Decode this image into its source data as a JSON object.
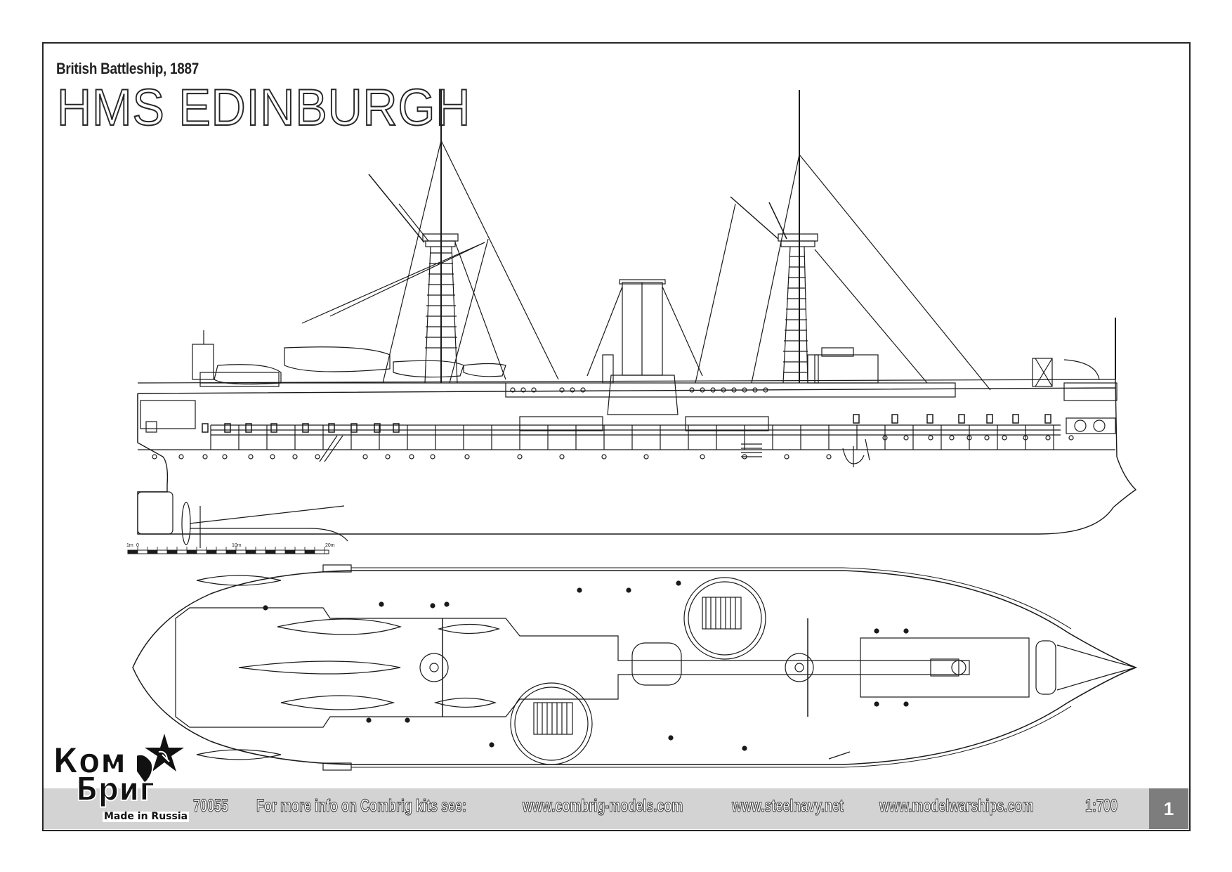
{
  "header": {
    "subtitle": "British Battleship, 1887",
    "title": "HMS EDINBURGH"
  },
  "scale_bar": {
    "labels": [
      "1m",
      "0",
      "10m",
      "20m"
    ]
  },
  "drawings": {
    "side_view": "side-elevation",
    "top_view": "plan-view"
  },
  "footer": {
    "logo_line1": "Ком",
    "logo_line2": "Бриг",
    "logo_tagline": "Made in Russia",
    "kit_number": "70055",
    "info_text": "For more info on Combrig kits see:",
    "links": [
      "www.combrig-models.com",
      "www.steelnavy.net",
      "www.modelwarships.com"
    ],
    "scale": "1:700",
    "page_number": "1"
  },
  "colors": {
    "line": "#1a1a1a",
    "banner": "#d3d3d3",
    "page_box": "#7d7d7d",
    "frame": "#262626"
  }
}
